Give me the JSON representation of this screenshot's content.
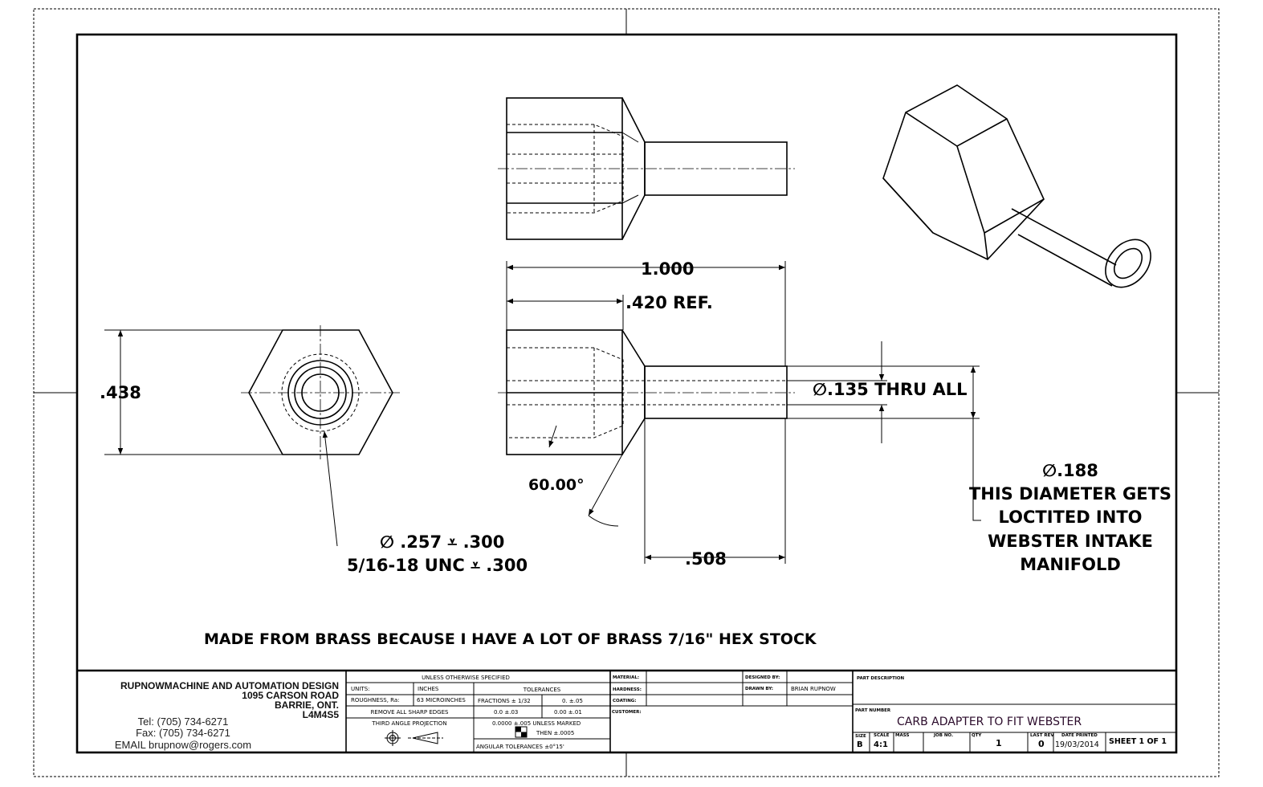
{
  "notes": {
    "material_note": "MADE FROM BRASS BECAUSE I HAVE A LOT OF BRASS 7/16\" HEX STOCK",
    "thread_drill": "∅ .257 ⩡ .300",
    "thread_spec": "5/16-18 UNC ⩡ .300",
    "loctite_dia": "∅.188",
    "loctite_1": "THIS DIAMETER GETS",
    "loctite_2": "LOCTITED INTO",
    "loctite_3": "WEBSTER INTAKE",
    "loctite_4": "MANIFOLD"
  },
  "dimensions": {
    "overall_length": "1.000",
    "hex_length": ".420 REF.",
    "hex_flats": ".438",
    "shaft_length": ".508",
    "bore": "∅.135 THRU ALL",
    "chamfer_angle": "60.00°"
  },
  "company": {
    "name": "RUPNOWMACHINE AND AUTOMATION DESIGN",
    "address1": "1095 CARSON ROAD",
    "address2": "BARRIE, ONT.",
    "postal": "L4M4S5",
    "tel": "Tel: (705) 734-6271",
    "fax": "Fax: (705) 734-6271",
    "email": "EMAIL brupnow@rogers.com"
  },
  "tolerances": {
    "header": "UNLESS OTHERWISE SPECIFIED",
    "units_label": "UNITS:",
    "units_value": "INCHES",
    "roughness_label": "ROUGHNESS, Ra:",
    "roughness_value": "63 MICROINCHES",
    "sharp_edges": "REMOVE ALL SHARP EDGES",
    "projection": "THIRD ANGLE PROJECTION",
    "tol_header": "TOLERANCES",
    "fractions": "FRACTIONS ± 1/32",
    "t0": "0.   ±.05",
    "t1": "0.0   ±.03",
    "t2": "0.00   ±.01",
    "t4": "0.0000   ±.005 UNLESS MARKED",
    "then": "THEN  ±.0005",
    "angular": "ANGULAR TOLERANCES    ±0°15'"
  },
  "info": {
    "material_label": "MATERIAL:",
    "hardness_label": "HARDNESS:",
    "coating_label": "COATING:",
    "customer_label": "CUSTOMER:",
    "designed_label": "DESIGNED BY:",
    "drawn_label": "DRAWN BY:",
    "drawn_value": "BRIAN RUPNOW"
  },
  "title": {
    "part_desc_label": "PART DESCRIPTION",
    "part_number_label": "PART NUMBER",
    "part_number": "CARB ADAPTER TO FIT WEBSTER",
    "size_label": "SIZE",
    "size": "B",
    "scale_label": "SCALE",
    "scale": "4:1",
    "mass_label": "MASS",
    "job_label": "JOB NO.",
    "qty_label": "QTY",
    "qty": "1",
    "rev_label": "LAST REV",
    "rev": "0",
    "date_label": "DATE PRINTED",
    "date": "19/03/2014",
    "sheet": "SHEET 1 OF  1"
  }
}
